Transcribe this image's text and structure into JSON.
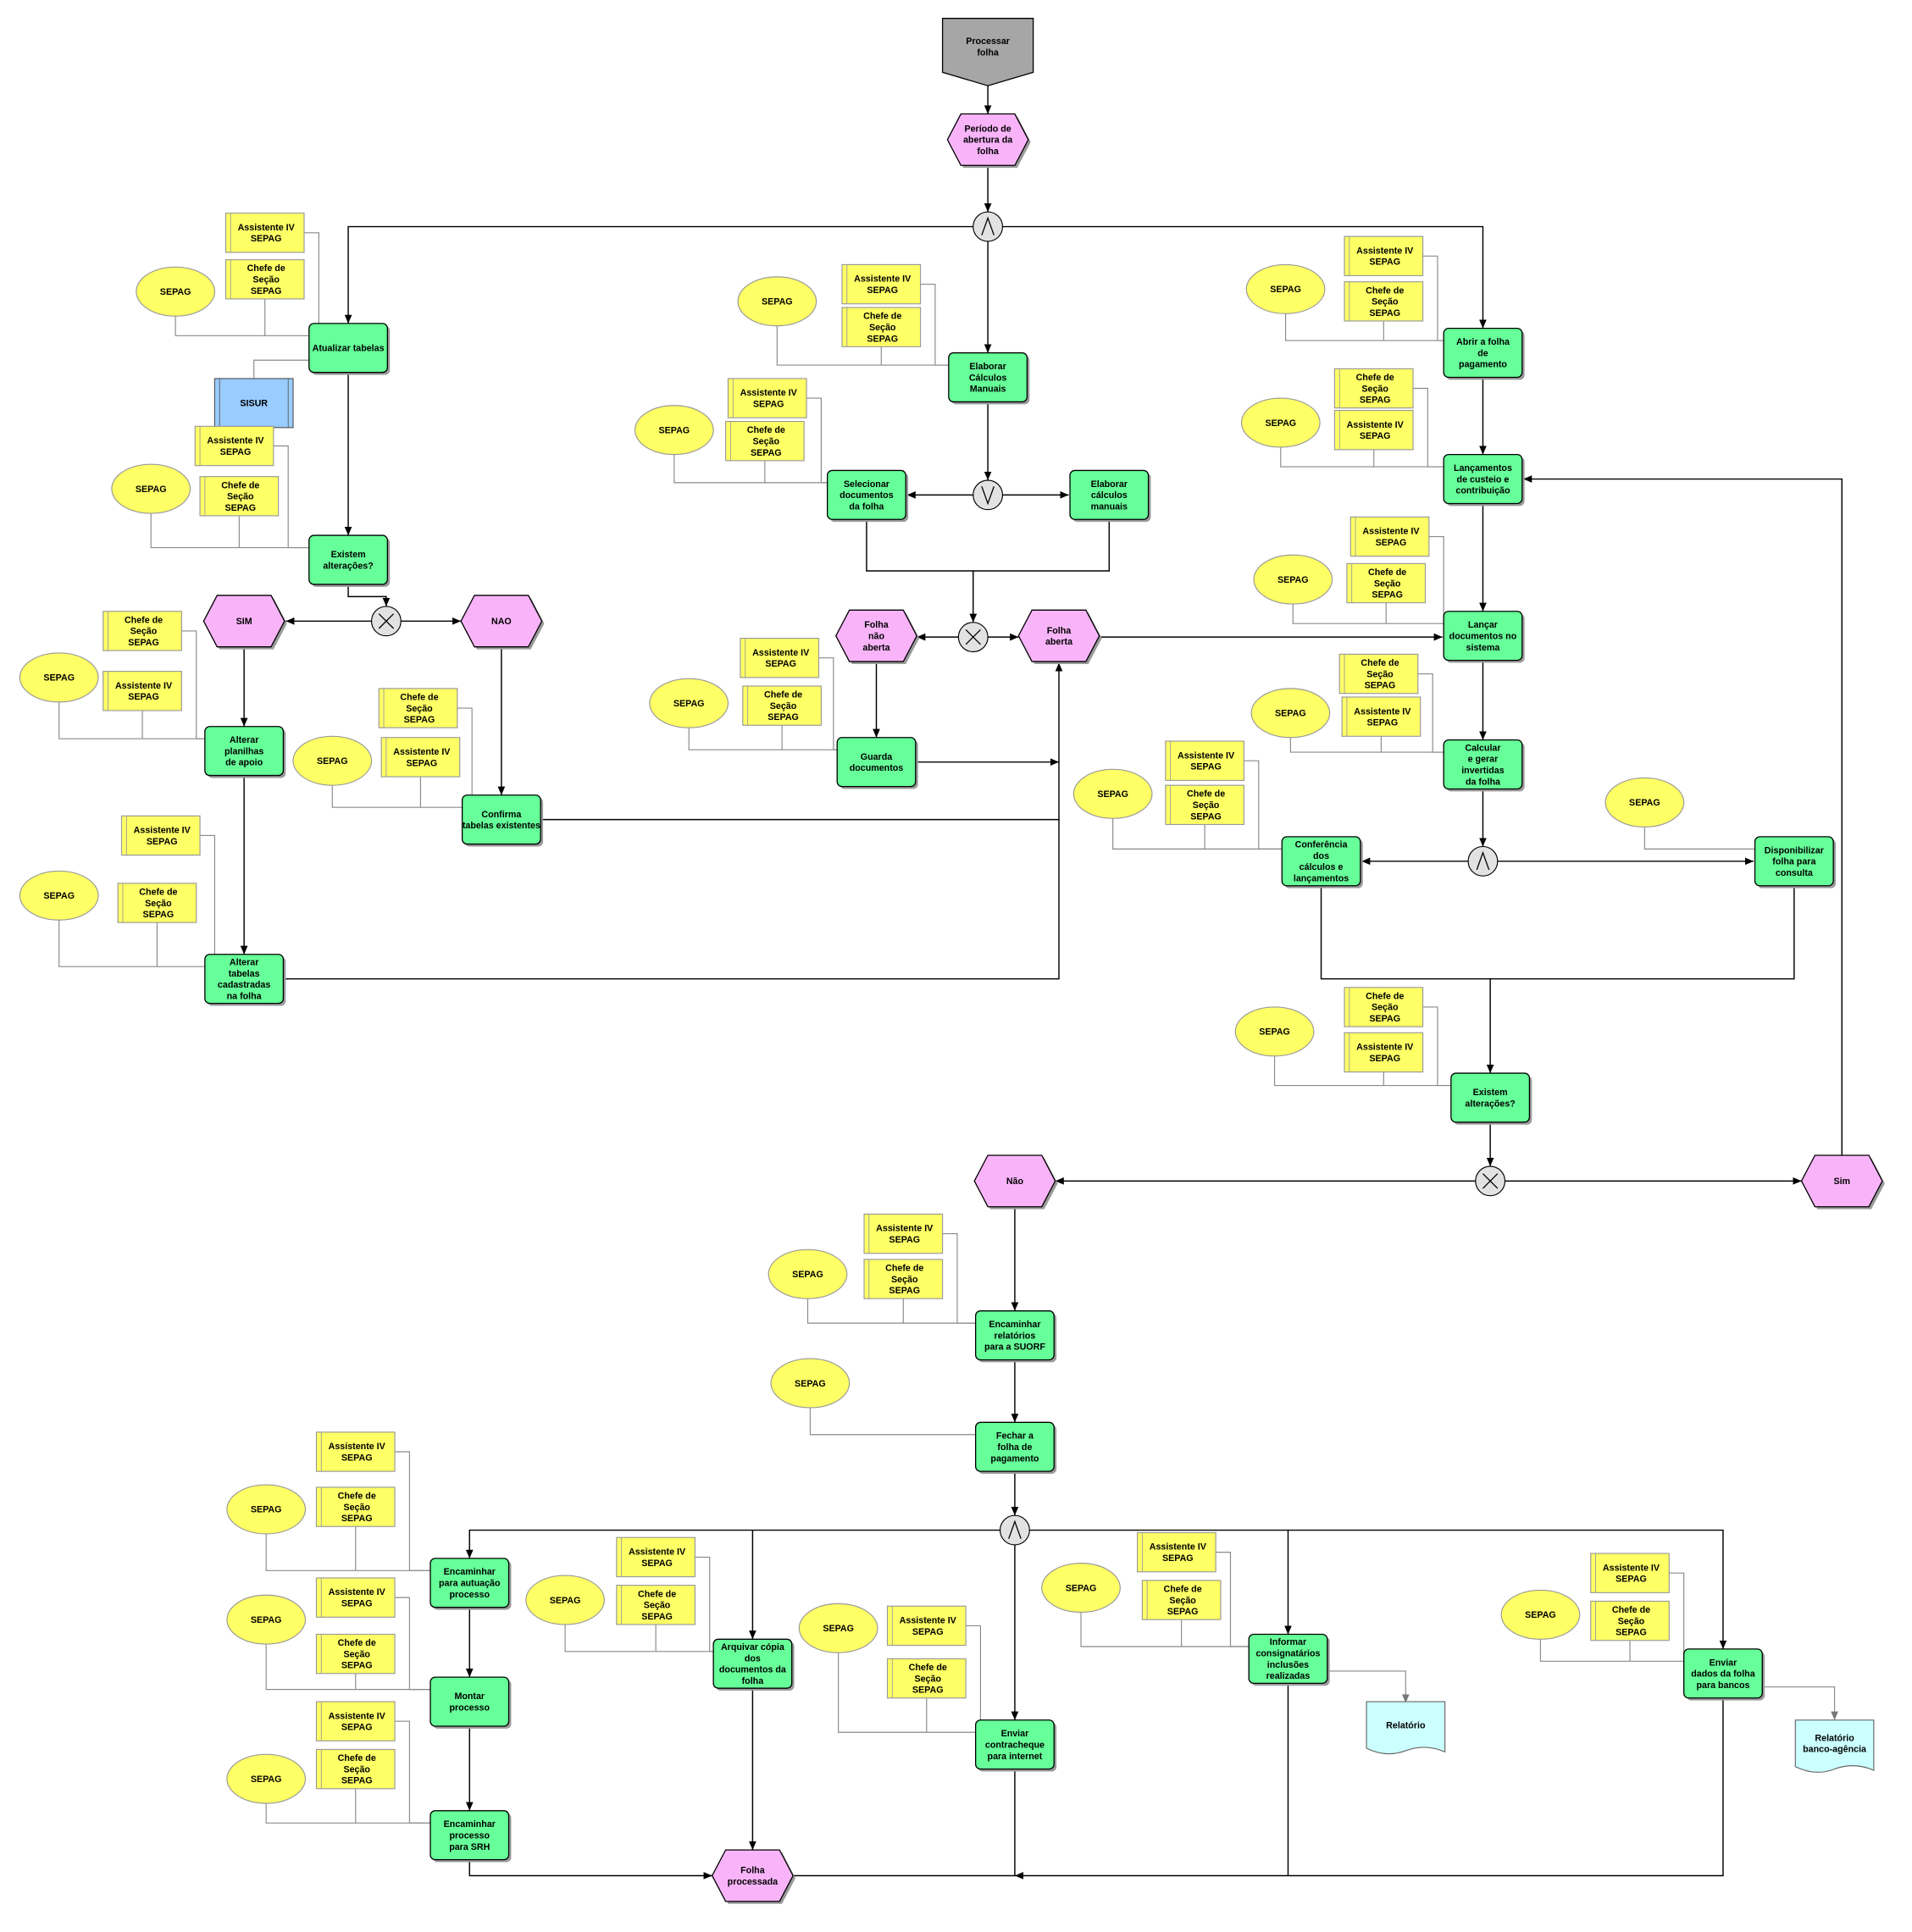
{
  "title": "Processar folha",
  "colors": {
    "function": "#66ff99",
    "event": "#f9b4f9",
    "org_unit": "#ffff66",
    "role": "#ffff66",
    "system": "#99ccff",
    "document": "#ccffff",
    "start": "#a6a6a6",
    "connector": "#e2e2e2"
  },
  "nodes": [
    {
      "id": "start",
      "type": "start",
      "lines": [
        "Processar",
        "folha"
      ]
    },
    {
      "id": "e1",
      "type": "event",
      "lines": [
        "Período de",
        "abertura da",
        "folha"
      ]
    },
    {
      "id": "c1",
      "type": "connector",
      "symbol": "and"
    },
    {
      "id": "f1",
      "type": "function",
      "lines": [
        "Atualizar tabelas"
      ]
    },
    {
      "id": "f2",
      "type": "function",
      "lines": [
        "Elaborar",
        "Cálculos",
        "Manuais"
      ]
    },
    {
      "id": "f3",
      "type": "function",
      "lines": [
        "Abrir a folha",
        "de",
        "pagamento"
      ]
    },
    {
      "id": "s1",
      "type": "system",
      "lines": [
        "SISUR"
      ]
    },
    {
      "id": "f4",
      "type": "function",
      "lines": [
        "Existem",
        "alterações?"
      ]
    },
    {
      "id": "c2",
      "type": "connector",
      "symbol": "xor"
    },
    {
      "id": "e2",
      "type": "event",
      "lines": [
        "SIM"
      ]
    },
    {
      "id": "e3",
      "type": "event",
      "lines": [
        "NAO"
      ]
    },
    {
      "id": "f5",
      "type": "function",
      "lines": [
        "Alterar",
        "planilhas",
        "de apoio"
      ]
    },
    {
      "id": "f6",
      "type": "function",
      "lines": [
        "Confirma",
        "tabelas existentes"
      ]
    },
    {
      "id": "f7",
      "type": "function",
      "lines": [
        "Alterar",
        "tabelas",
        "cadastradas",
        "na folha"
      ]
    },
    {
      "id": "c3",
      "type": "connector",
      "symbol": "or"
    },
    {
      "id": "f8",
      "type": "function",
      "lines": [
        "Selecionar",
        "documentos",
        "da folha"
      ]
    },
    {
      "id": "f9",
      "type": "function",
      "lines": [
        "Elaborar",
        "cálculos",
        "manuais"
      ]
    },
    {
      "id": "c4",
      "type": "connector",
      "symbol": "xor"
    },
    {
      "id": "e4",
      "type": "event",
      "lines": [
        "Folha",
        "não",
        "aberta"
      ]
    },
    {
      "id": "e5",
      "type": "event",
      "lines": [
        "Folha",
        "aberta"
      ]
    },
    {
      "id": "f10",
      "type": "function",
      "lines": [
        "Guarda",
        "documentos"
      ]
    },
    {
      "id": "f11",
      "type": "function",
      "lines": [
        "Lançamentos",
        "de custeio e",
        "contribuição"
      ]
    },
    {
      "id": "f12",
      "type": "function",
      "lines": [
        "Lançar",
        "documentos no",
        "sistema"
      ]
    },
    {
      "id": "f13",
      "type": "function",
      "lines": [
        "Calcular",
        "e gerar",
        "invertidas",
        "da folha"
      ]
    },
    {
      "id": "c5",
      "type": "connector",
      "symbol": "and"
    },
    {
      "id": "f14",
      "type": "function",
      "lines": [
        "Conferência",
        "dos",
        "cálculos e",
        "lançamentos"
      ]
    },
    {
      "id": "f15",
      "type": "function",
      "lines": [
        "Disponibilizar",
        "folha para",
        "consulta"
      ]
    },
    {
      "id": "f16",
      "type": "function",
      "lines": [
        "Existem",
        "alterações?"
      ]
    },
    {
      "id": "c6",
      "type": "connector",
      "symbol": "xor"
    },
    {
      "id": "e6",
      "type": "event",
      "lines": [
        "Não"
      ]
    },
    {
      "id": "e7",
      "type": "event",
      "lines": [
        "Sim"
      ]
    },
    {
      "id": "f17",
      "type": "function",
      "lines": [
        "Encaminhar",
        "relatórios",
        "para a SUORF"
      ]
    },
    {
      "id": "f18",
      "type": "function",
      "lines": [
        "Fechar a",
        "folha de",
        "pagamento"
      ]
    },
    {
      "id": "c7",
      "type": "connector",
      "symbol": "and"
    },
    {
      "id": "f19",
      "type": "function",
      "lines": [
        "Encaminhar",
        "para autuação",
        "processo"
      ]
    },
    {
      "id": "f20",
      "type": "function",
      "lines": [
        "Montar",
        "processo"
      ]
    },
    {
      "id": "f21",
      "type": "function",
      "lines": [
        "Encaminhar",
        "processo",
        "para SRH"
      ]
    },
    {
      "id": "f22",
      "type": "function",
      "lines": [
        "Arquivar cópia",
        "dos",
        "documentos da",
        "folha"
      ]
    },
    {
      "id": "f23",
      "type": "function",
      "lines": [
        "Enviar",
        "contracheque",
        "para internet"
      ]
    },
    {
      "id": "f24",
      "type": "function",
      "lines": [
        "Informar",
        "consignatários",
        "inclusões",
        "realizadas"
      ]
    },
    {
      "id": "f25",
      "type": "function",
      "lines": [
        "Enviar",
        "dados da folha",
        "para bancos"
      ]
    },
    {
      "id": "d1",
      "type": "document",
      "lines": [
        "Relatório"
      ]
    },
    {
      "id": "d2",
      "type": "document",
      "lines": [
        "Relatório",
        "banco-agência"
      ]
    },
    {
      "id": "e8",
      "type": "event",
      "lines": [
        "Folha",
        "processada"
      ]
    }
  ],
  "org_assignments": [
    {
      "function": "f1",
      "org_unit": "SEPAG",
      "roles": [
        [
          "Assistente IV",
          "SEPAG"
        ],
        [
          "Chefe de",
          "Seção",
          "SEPAG"
        ]
      ]
    },
    {
      "function": "f4",
      "org_unit": "SEPAG",
      "roles": [
        [
          "Assistente IV",
          "SEPAG"
        ],
        [
          "Chefe de",
          "Seção",
          "SEPAG"
        ]
      ]
    },
    {
      "function": "f2",
      "org_unit": "SEPAG",
      "roles": [
        [
          "Assistente IV",
          "SEPAG"
        ],
        [
          "Chefe de",
          "Seção",
          "SEPAG"
        ]
      ]
    },
    {
      "function": "f8",
      "org_unit": "SEPAG",
      "roles": [
        [
          "Assistente IV",
          "SEPAG"
        ],
        [
          "Chefe de",
          "Seção",
          "SEPAG"
        ]
      ]
    },
    {
      "function": "f3",
      "org_unit": "SEPAG",
      "roles": [
        [
          "Assistente IV",
          "SEPAG"
        ],
        [
          "Chefe de",
          "Seção",
          "SEPAG"
        ]
      ]
    },
    {
      "function": "f11",
      "org_unit": "SEPAG",
      "roles": [
        [
          "Chefe de",
          "Seção",
          "SEPAG"
        ],
        [
          "Assistente IV",
          "SEPAG"
        ]
      ]
    },
    {
      "function": "f12",
      "org_unit": "SEPAG",
      "roles": [
        [
          "Assistente IV",
          "SEPAG"
        ],
        [
          "Chefe de",
          "Seção",
          "SEPAG"
        ]
      ]
    },
    {
      "function": "f13",
      "org_unit": "SEPAG",
      "roles": [
        [
          "Chefe de",
          "Seção",
          "SEPAG"
        ],
        [
          "Assistente IV",
          "SEPAG"
        ]
      ]
    },
    {
      "function": "f5",
      "org_unit": "SEPAG",
      "roles": [
        [
          "Chefe de",
          "Seção",
          "SEPAG"
        ],
        [
          "Assistente IV",
          "SEPAG"
        ]
      ]
    },
    {
      "function": "f6",
      "org_unit": "SEPAG",
      "roles": [
        [
          "Chefe de",
          "Seção",
          "SEPAG"
        ],
        [
          "Assistente IV",
          "SEPAG"
        ]
      ]
    },
    {
      "function": "f7",
      "org_unit": "SEPAG",
      "roles": [
        [
          "Assistente IV",
          "SEPAG"
        ],
        [
          "Chefe de",
          "Seção",
          "SEPAG"
        ]
      ]
    },
    {
      "function": "f10",
      "org_unit": "SEPAG",
      "roles": [
        [
          "Assistente IV",
          "SEPAG"
        ],
        [
          "Chefe de",
          "Seção",
          "SEPAG"
        ]
      ]
    },
    {
      "function": "f14",
      "org_unit": "SEPAG",
      "roles": [
        [
          "Assistente IV",
          "SEPAG"
        ],
        [
          "Chefe de",
          "Seção",
          "SEPAG"
        ]
      ]
    },
    {
      "function": "f15",
      "org_unit": "SEPAG",
      "roles": []
    },
    {
      "function": "f16",
      "org_unit": "SEPAG",
      "roles": [
        [
          "Chefe de",
          "Seção",
          "SEPAG"
        ],
        [
          "Assistente IV",
          "SEPAG"
        ]
      ]
    },
    {
      "function": "f17",
      "org_unit": "SEPAG",
      "roles": [
        [
          "Assistente IV",
          "SEPAG"
        ],
        [
          "Chefe de",
          "Seção",
          "SEPAG"
        ]
      ]
    },
    {
      "function": "f18",
      "org_unit": "SEPAG",
      "roles": []
    },
    {
      "function": "f19",
      "org_unit": "SEPAG",
      "roles": [
        [
          "Assistente IV",
          "SEPAG"
        ],
        [
          "Chefe de",
          "Seção",
          "SEPAG"
        ]
      ]
    },
    {
      "function": "f20",
      "org_unit": "SEPAG",
      "roles": [
        [
          "Assistente IV",
          "SEPAG"
        ],
        [
          "Chefe de",
          "Seção",
          "SEPAG"
        ]
      ]
    },
    {
      "function": "f21",
      "org_unit": "SEPAG",
      "roles": [
        [
          "Assistente IV",
          "SEPAG"
        ],
        [
          "Chefe de",
          "Seção",
          "SEPAG"
        ]
      ]
    },
    {
      "function": "f22",
      "org_unit": "SEPAG",
      "roles": [
        [
          "Assistente IV",
          "SEPAG"
        ],
        [
          "Chefe de",
          "Seção",
          "SEPAG"
        ]
      ]
    },
    {
      "function": "f23",
      "org_unit": "SEPAG",
      "roles": [
        [
          "Assistente IV",
          "SEPAG"
        ],
        [
          "Chefe de",
          "Seção",
          "SEPAG"
        ]
      ]
    },
    {
      "function": "f24",
      "org_unit": "SEPAG",
      "roles": [
        [
          "Assistente IV",
          "SEPAG"
        ],
        [
          "Chefe de",
          "Seção",
          "SEPAG"
        ]
      ]
    },
    {
      "function": "f25",
      "org_unit": "SEPAG",
      "roles": [
        [
          "Assistente IV",
          "SEPAG"
        ],
        [
          "Chefe de",
          "Seção",
          "SEPAG"
        ]
      ]
    }
  ]
}
